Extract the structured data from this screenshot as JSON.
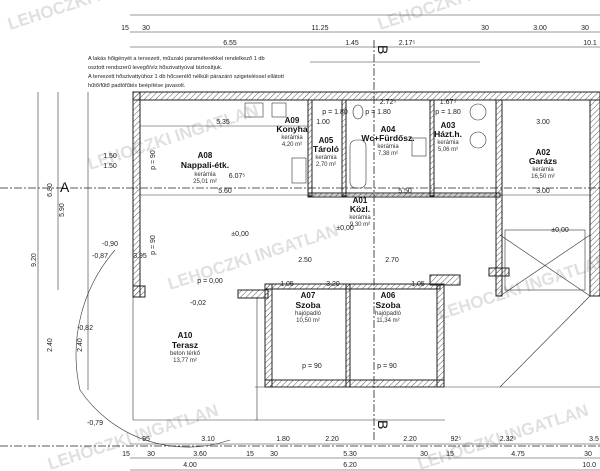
{
  "watermark": "LEHOCZKI INGATLAN",
  "notes": [
    "A lakás hőigényét a tervezett, műszaki paraméterekkel rendelkező 1 db",
    "osztott rendszerű levegő/víz hőszivattyúval biztosítjuk.",
    "A tervezett hőszivattyúhoz 1 db hőcserélő nélküli párazáró szigeteléssel ellátott",
    "hűtő/fűtő padlófűtés beépítése javasolt."
  ],
  "section_markers": {
    "a": "A",
    "b": "B"
  },
  "rooms": [
    {
      "id": "A08",
      "name": "Nappali-étk.",
      "floor": "kerámia",
      "area": "25,01 m²"
    },
    {
      "id": "A09",
      "name": "Konyha",
      "floor": "kerámia",
      "area": "4,20 m²"
    },
    {
      "id": "A05",
      "name": "Tároló",
      "floor": "kerámia",
      "area": "2,70 m²"
    },
    {
      "id": "A04",
      "name": "Wc+Fürdősz.",
      "floor": "kerámia",
      "area": "7,38 m²"
    },
    {
      "id": "A03",
      "name": "Házt.h.",
      "floor": "kerámia",
      "area": "5,06 m²"
    },
    {
      "id": "A02",
      "name": "Garázs",
      "floor": "kerámia",
      "area": "16,50 m²"
    },
    {
      "id": "A01",
      "name": "Közl.",
      "floor": "kerámia",
      "area": "9,30 m²"
    },
    {
      "id": "A07",
      "name": "Szoba",
      "floor": "hajópadló",
      "area": "10,50 m²"
    },
    {
      "id": "A06",
      "name": "Szoba",
      "floor": "hajópadló",
      "area": "11,34 m²"
    },
    {
      "id": "A10",
      "name": "Terasz",
      "floor": "beton térkő",
      "area": "13,77 m²"
    }
  ],
  "dimensions": {
    "top1": [
      "15",
      "30",
      "11.25",
      "30",
      "3.00",
      "30"
    ],
    "top2": [
      "6.55",
      "1.45",
      "2.17⁵",
      "10.1"
    ],
    "inner_top": [
      "5.35",
      "1.00",
      "2.72⁵",
      "1.67⁵",
      "3.00",
      "5.60",
      "6.07⁵",
      "5.50",
      "3.00"
    ],
    "levels": [
      "±0,00",
      "±0,00",
      "±0,00",
      "-0,90",
      "-0,87",
      "-0,82",
      "-0,79",
      "-0,02"
    ],
    "doors": [
      "p = 1.80",
      "p = 1.80",
      "p = 1.80",
      "p = 0,00",
      "p = 90",
      "p = 90",
      "p = 90",
      "p = 90"
    ],
    "left": [
      "6.80",
      "5.90",
      "9.20",
      "2.40",
      "2.40",
      "1.50",
      "1.50"
    ],
    "bedrooms": [
      "3.95",
      "2.50",
      "2.70",
      "1.05",
      "3.20",
      "1.05"
    ],
    "bottom1": [
      "95",
      "3.10",
      "1.80",
      "2.20",
      "2.20",
      "92⁵",
      "2.32⁵",
      "3.5"
    ],
    "bottom2": [
      "15",
      "30",
      "3.60",
      "15",
      "30",
      "5.30",
      "30",
      "15",
      "4.75",
      "30"
    ],
    "bottom3": [
      "4.00",
      "6.20",
      "10.0"
    ]
  }
}
